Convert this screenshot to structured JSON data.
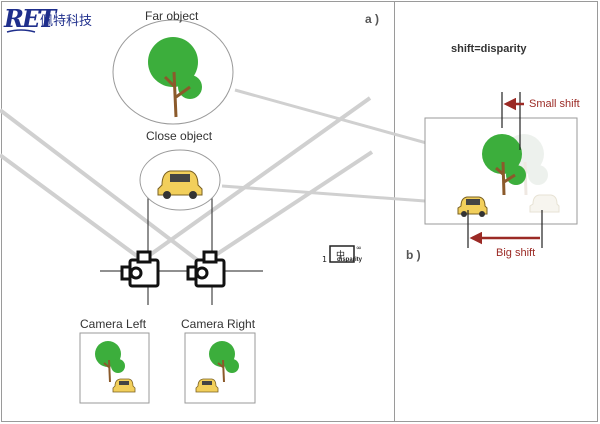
{
  "logo": {
    "mark": "RET",
    "company": "佩特科技"
  },
  "panel_a": {
    "label": "a )",
    "far_object_label": "Far object",
    "close_object_label": "Close object",
    "camera_left_label": "Camera Left",
    "camera_right_label": "Camera Right",
    "formula_icon_text": "disparity"
  },
  "panel_b": {
    "label": "b )",
    "title": "shift=disparity",
    "small_shift_label": "Small shift",
    "big_shift_label": "Big shift"
  },
  "colors": {
    "tree_green": "#3cae3c",
    "trunk_brown": "#8b5a2b",
    "car_yellow": "#f2cf5b",
    "arrow_red": "#9b2a25",
    "line_gray": "#cfcfcf",
    "frame_gray": "#9a9a9a"
  },
  "icons": [
    "tree-icon",
    "car-icon",
    "camera-icon",
    "ghost-tree-icon",
    "ghost-car-icon"
  ]
}
